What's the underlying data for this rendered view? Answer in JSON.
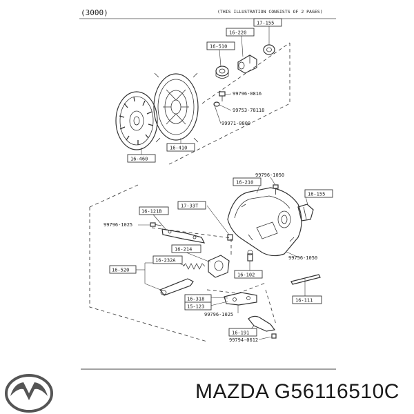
{
  "header": {
    "code": "(3000)",
    "note": "(THIS ILLUSTRATION CONSISTS OF  2 PAGES)"
  },
  "callouts": [
    {
      "id": "17-155",
      "text": "17-155"
    },
    {
      "id": "16-220",
      "text": "16-220"
    },
    {
      "id": "16-510",
      "text": "16-510"
    },
    {
      "id": "99796-0816",
      "text": "99796-0816"
    },
    {
      "id": "99753-78118",
      "text": "99753-78118"
    },
    {
      "id": "99971-0800",
      "text": "99971-0800"
    },
    {
      "id": "16-410",
      "text": "16-410"
    },
    {
      "id": "16-460",
      "text": "16-460"
    },
    {
      "id": "99796-1050-top",
      "text": "99796-1050"
    },
    {
      "id": "16-210",
      "text": "16-210"
    },
    {
      "id": "16-155",
      "text": "16-155"
    },
    {
      "id": "16-121b",
      "text": "16-121B"
    },
    {
      "id": "17-33t",
      "text": "17-33T"
    },
    {
      "id": "99796-1025-top",
      "text": "99796-1025"
    },
    {
      "id": "16-214",
      "text": "16-214"
    },
    {
      "id": "16-232a",
      "text": "16-232A"
    },
    {
      "id": "16-520",
      "text": "16-520"
    },
    {
      "id": "99756-1050",
      "text": "99756-1050"
    },
    {
      "id": "16-102",
      "text": "16-102"
    },
    {
      "id": "16-111",
      "text": "16-111"
    },
    {
      "id": "16-318",
      "text": "16-318"
    },
    {
      "id": "15-123",
      "text": "15-123"
    },
    {
      "id": "99796-1025-bottom",
      "text": "99796-1025"
    },
    {
      "id": "16-191",
      "text": "16-191"
    },
    {
      "id": "99794-0612",
      "text": "99794-0612"
    }
  ],
  "brand": {
    "logo_icon": "mazda-logo-icon",
    "text": "MAZDA G56116510C"
  },
  "colors": {
    "ink": "#333333",
    "background": "#ffffff"
  }
}
